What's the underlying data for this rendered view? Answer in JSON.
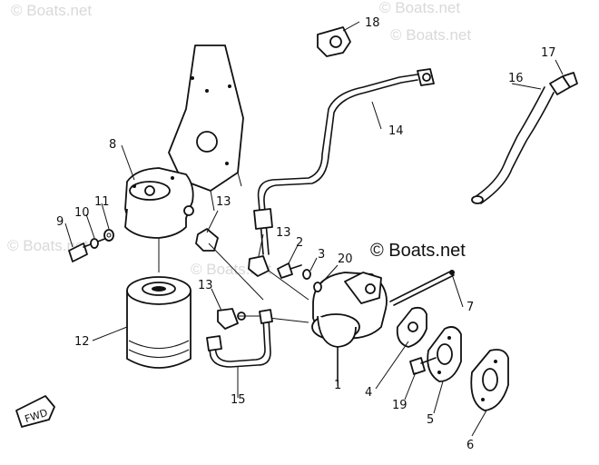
{
  "watermarks": {
    "wm1": "© Boats.net",
    "wm2": "© Boats.net",
    "wm3": "© Boats.net",
    "wm4": "© Boats.net",
    "wm5": "© Boats.net",
    "main": "© Boats.net"
  },
  "fwd_label": "FWD",
  "callouts": {
    "n1": "1",
    "n2": "2",
    "n3": "3",
    "n4": "4",
    "n5": "5",
    "n6": "6",
    "n7": "7",
    "n8": "8",
    "n9": "9",
    "n10": "10",
    "n11": "11",
    "n12": "12",
    "n13a": "13",
    "n13b": "13",
    "n13c": "13",
    "n14": "14",
    "n15": "15",
    "n16": "16",
    "n17": "17",
    "n18": "18",
    "n19": "19",
    "n20": "20"
  }
}
